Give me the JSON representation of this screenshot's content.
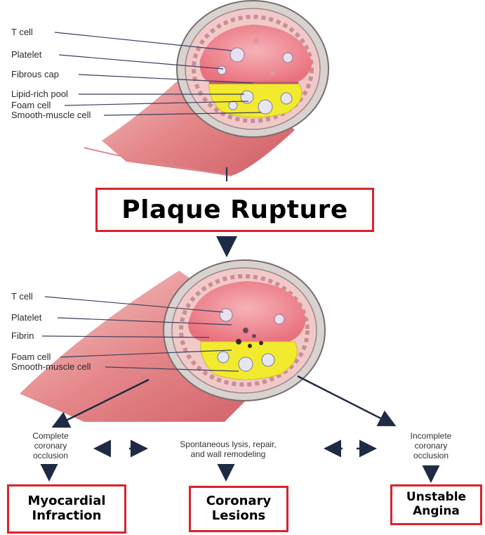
{
  "top_diagram": {
    "labels": [
      "T cell",
      "Platelet",
      "Fibrous cap",
      "Lipid-rich pool",
      "Foam cell",
      "Smooth-muscle cell"
    ]
  },
  "title": "Plaque Rupture",
  "bottom_diagram": {
    "labels": [
      "T cell",
      "Platelet",
      "Fibrin",
      "Foam cell",
      "Smooth-muscle cell"
    ]
  },
  "flow": {
    "left": [
      "Complete",
      "coronary",
      "occlusion"
    ],
    "middle": [
      "Spontaneous lysis, repair,",
      "and wall remodeling"
    ],
    "right": [
      "Incomplete",
      "coronary",
      "occlusion"
    ]
  },
  "outcomes": [
    {
      "line1": "Myocardial",
      "line2": "Infraction"
    },
    {
      "line1": "Coronary",
      "line2": "Lesions"
    },
    {
      "line1": "Unstable",
      "line2": "Angina"
    }
  ],
  "colors": {
    "box_border": "#d9232d",
    "lumen": "#f08a94",
    "lipid": "#f2ea2e",
    "vessel": "#e47a7e",
    "arrow": "#1f2a44"
  }
}
